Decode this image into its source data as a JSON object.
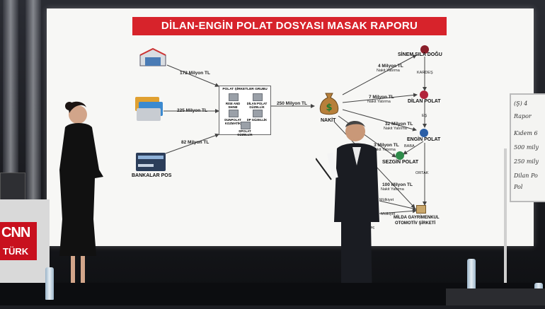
{
  "board": {
    "title": "DİLAN-ENGİN POLAT DOSYASI MASAK RAPORU",
    "amounts": {
      "a172": "172 Milyon TL",
      "a225": "225 Milyon TL",
      "a82": "82 Milyon TL",
      "a250": "250 Milyon TL",
      "a4": "4 Milyon TL",
      "a7": "7 Milyon TL",
      "a32": "32 Milyon TL",
      "a3": "3 Milyon TL",
      "a100": "100 Milyon TL",
      "nakit_yatirma": "Nakit Yatırma"
    },
    "group_box": {
      "header": "POLAT ŞİRKETLER GRUBU",
      "items": [
        "RISE AND SHINE",
        "DİLAN POLAT GÜZELLİK",
        "DUNPOLAT KOZMATİK",
        "DP GÜZELLİK",
        "DPOLAT GÜZELLİK"
      ]
    },
    "bank_label": "BANKALAR POS",
    "cash_label": "NAKİT",
    "people": {
      "sinem": "SİNEM SILA DOĞU",
      "dilan": "DİLAN POLAT",
      "engin": "ENGİN POLAT",
      "sezgin": "SEZGİN POLAT",
      "company1": "MİLDA GAYRİMENKUL",
      "company2": "OTOMOTİV ŞİRKETİ"
    },
    "relations": {
      "kardes": "KARDEŞ",
      "es": "EŞ",
      "baba": "BABA",
      "ortak": "ORTAK",
      "mulkiyet": "Mülkiyet",
      "mulkiyet_arac": "Araç"
    }
  },
  "whiteboard": [
    "(Ş) 4",
    "Rapor",
    "Kıdem 6",
    "500 mily",
    "250 mily",
    "Dilan Po",
    "Pol"
  ],
  "channel": {
    "logo_top": "CNN",
    "logo_bottom": "TÜRK"
  }
}
